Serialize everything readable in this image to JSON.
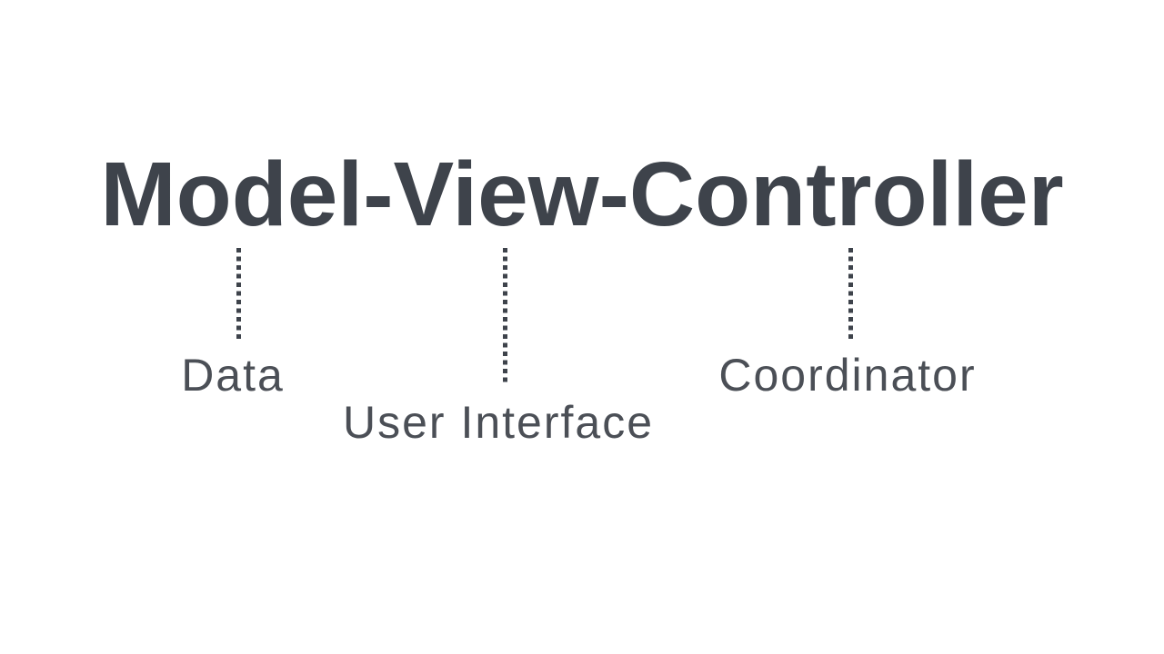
{
  "slide": {
    "title": "Model-View-Controller",
    "definitions": [
      {
        "component": "Model",
        "meaning": "Data"
      },
      {
        "component": "View",
        "meaning": "User Interface"
      },
      {
        "component": "Controller",
        "meaning": "Coordinator"
      }
    ]
  },
  "colors": {
    "background": "#ffffff",
    "title_text": "#3e434b",
    "label_text": "#4b4f56",
    "connector_dot": "#3e434b"
  }
}
